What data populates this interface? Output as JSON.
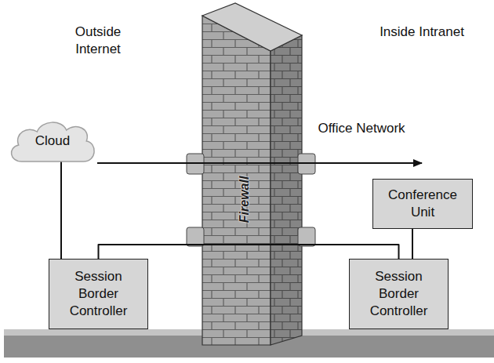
{
  "diagram": {
    "nodes": [
      {
        "text": [
          "Cloud"
        ]
      },
      {
        "text": [
          "Conference Unit"
        ]
      },
      {
        "text": [
          "Session Border Controller"
        ]
      },
      {
        "text": [
          "Session Border Controller"
        ]
      }
    ],
    "edges": [
      {
        "from": 0,
        "to": 2,
        "arrow": "none"
      },
      {
        "from": 2,
        "to": 3,
        "arrow": "none"
      },
      {
        "from": 1,
        "to": 3,
        "arrow": "none"
      }
    ],
    "labels": [
      "Outside Internet",
      "Inside Intranet",
      "Office Network",
      "Firewall"
    ]
  }
}
